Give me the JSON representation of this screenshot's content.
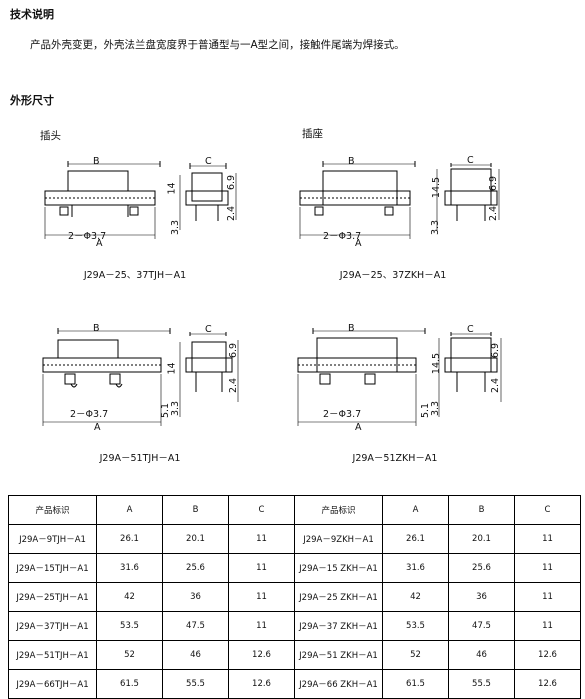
{
  "section1": {
    "title": "技术说明",
    "body": "产品外壳变更，外壳法兰盘宽度界于普通型与一A型之间，接触件尾端为焊接式。"
  },
  "section2": {
    "title": "外形尺寸",
    "plug_label": "插头",
    "socket_label": "插座"
  },
  "drawings": [
    {
      "caption": "J29A－25、37TJH－A1",
      "dims": {
        "a": "A",
        "b": "B",
        "c": "C",
        "h1": "14",
        "h2": "6.9",
        "h3": "2.4",
        "h4": "3.3",
        "hole": "2－Φ3.7"
      }
    },
    {
      "caption": "J29A－25、37ZKH－A1",
      "dims": {
        "a": "A",
        "b": "B",
        "c": "C",
        "h1": "14.5",
        "h2": "6.9",
        "h3": "2.4",
        "h4": "3.3",
        "hole": "2－Φ3.7"
      }
    },
    {
      "caption": "J29A－51TJH－A1",
      "dims": {
        "a": "A",
        "b": "B",
        "c": "C",
        "h1": "14",
        "h2": "6.9",
        "h3": "2.4",
        "h4": "3.3",
        "h5": "5.1",
        "hole": "2－Φ3.7"
      }
    },
    {
      "caption": "J29A－51ZKH－A1",
      "dims": {
        "a": "A",
        "b": "B",
        "c": "C",
        "h1": "14.5",
        "h2": "6.9",
        "h3": "2.4",
        "h4": "3.3",
        "h5": "5.1",
        "hole": "2－Φ3.7"
      }
    }
  ],
  "table": {
    "headers": [
      "产品标识",
      "A",
      "B",
      "C",
      "产品标识",
      "A",
      "B",
      "C"
    ],
    "rows": [
      [
        "J29A－9TJH－A1",
        "26.1",
        "20.1",
        "11",
        "J29A－9ZKH－A1",
        "26.1",
        "20.1",
        "11"
      ],
      [
        "J29A－15TJH－A1",
        "31.6",
        "25.6",
        "11",
        "J29A－15 ZKH－A1",
        "31.6",
        "25.6",
        "11"
      ],
      [
        "J29A－25TJH－A1",
        "42",
        "36",
        "11",
        "J29A－25 ZKH－A1",
        "42",
        "36",
        "11"
      ],
      [
        "J29A－37TJH－A1",
        "53.5",
        "47.5",
        "11",
        "J29A－37 ZKH－A1",
        "53.5",
        "47.5",
        "11"
      ],
      [
        "J29A－51TJH－A1",
        "52",
        "46",
        "12.6",
        "J29A－51 ZKH－A1",
        "52",
        "46",
        "12.6"
      ],
      [
        "J29A－66TJH－A1",
        "61.5",
        "55.5",
        "12.6",
        "J29A－66 ZKH－A1",
        "61.5",
        "55.5",
        "12.6"
      ]
    ]
  }
}
